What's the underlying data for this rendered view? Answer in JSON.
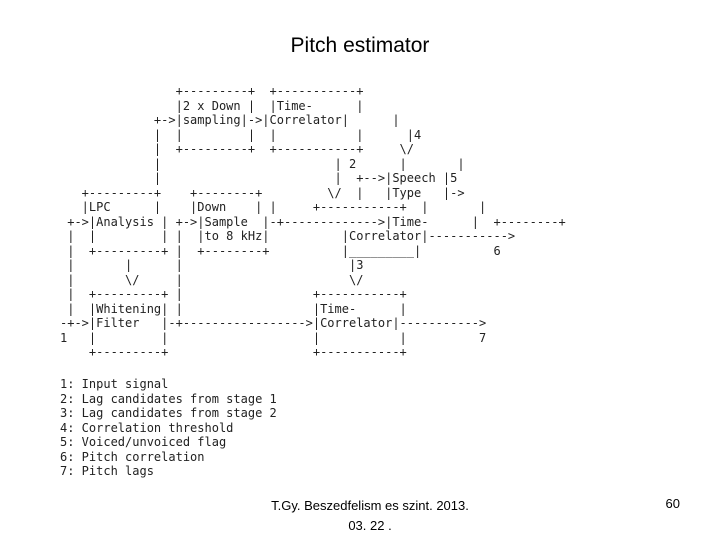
{
  "slide": {
    "title": "Pitch estimator",
    "diagram_ascii": "                +---------+  +-----------+\n                |2 x Down |  |Time-      |\n             +->|sampling|->|Correlator|      |\n             |  |         |  |           |      |4\n             |  +---------+  +-----------+     \\/\n             |                        | 2      |       |\n             |                        |  +-->|Speech |5\n   +---------+    +--------+         \\/  |   |Type   |->\n   |LPC      |    |Down    | |     +-----------+  |       |\n +->|Analysis | +->|Sample  |-+------------->|Time-      |  +--------+\n |  |         | |  |to 8 kHz|          |Correlator|----------->\n |  +---------+ |  +--------+          |_________|          6\n |       |      |                       |3\n |       \\/     |                       \\/\n |  +---------+ |                  +-----------+\n |  |Whitening| |                  |Time-      |\n-+->|Filter   |-+----------------->|Correlator|----------->\n1   |         |                    |           |          7\n    +---------+                    +-----------+",
    "legend_lines": [
      "1: Input signal",
      "2: Lag candidates from stage 1",
      "3: Lag candidates from stage 2",
      "4: Correlation threshold",
      "5: Voiced/unvoiced flag",
      "6: Pitch correlation",
      "7: Pitch lags"
    ],
    "footer": {
      "line1": "T.Gy. Beszedfelism es szint. 2013.",
      "line2": "03. 22 ."
    },
    "page_number": "60"
  }
}
